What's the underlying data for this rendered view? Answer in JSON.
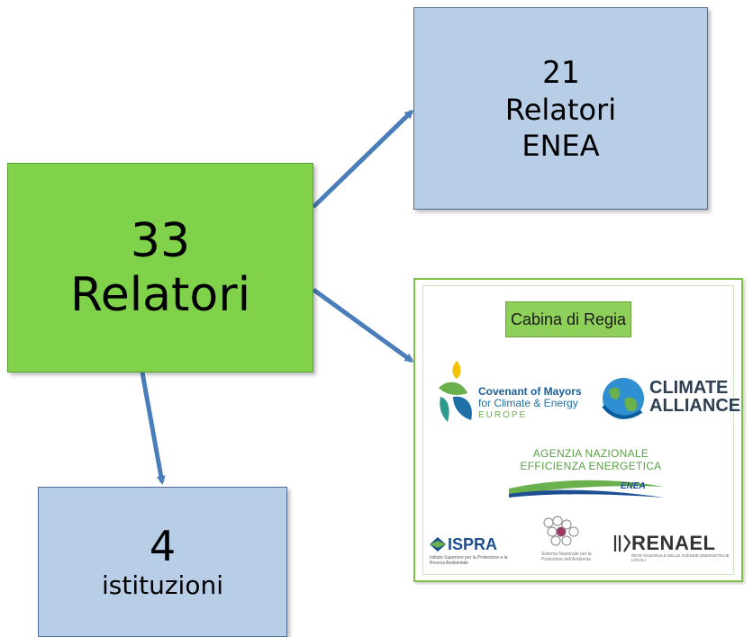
{
  "main": {
    "count": "33",
    "label": "Relatori"
  },
  "enea": {
    "count": "21",
    "line1": "Relatori",
    "line2": "ENEA"
  },
  "institutions": {
    "count": "4",
    "label": "istituzioni"
  },
  "logo_panel": {
    "header": "Cabina di Regia",
    "covenant": {
      "line1": "Covenant of Mayors",
      "line2": "for Climate & Energy",
      "line3": "EUROPE"
    },
    "climate_alliance": {
      "line1": "CLIMATE",
      "line2": "ALLIANCE"
    },
    "agenzia": {
      "line1": "AGENZIA NAZIONALE",
      "line2": "EFFICIENZA ENERGETICA",
      "mark": "ENEA"
    },
    "ispra": {
      "name": "ISPRA",
      "sub": "Istituto Superiore per la Protezione e la Ricerca Ambientale"
    },
    "snpa": {
      "sub": "Sistema Nazionale per la Protezione dell'Ambiente"
    },
    "renael": {
      "name": "RENAEL",
      "sub": "RETE NAZIONALE DELLE AGENZIE ENERGETICHE LOCALI"
    }
  },
  "colors": {
    "green_box": "#7fd24a",
    "blue_box": "#b8cde6",
    "arrow": "#4a7ebb"
  }
}
